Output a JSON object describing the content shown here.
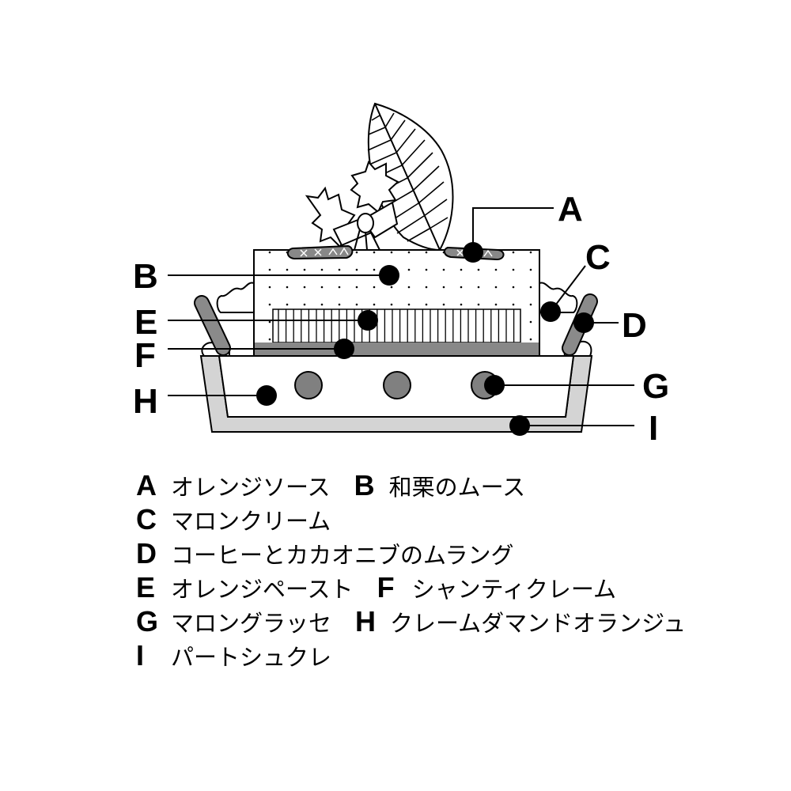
{
  "markers": {
    "A": "A",
    "B": "B",
    "C": "C",
    "D": "D",
    "E": "E",
    "F": "F",
    "G": "G",
    "H": "H",
    "I": "I"
  },
  "legend": [
    [
      {
        "letter": "A",
        "name": "オレンジソース"
      },
      {
        "letter": "B",
        "name": "和栗のムース"
      }
    ],
    [
      {
        "letter": "C",
        "name": "マロンクリーム"
      }
    ],
    [
      {
        "letter": "D",
        "name": "コーヒーとカカオニブのムラング"
      }
    ],
    [
      {
        "letter": "E",
        "name": "オレンジペースト"
      },
      {
        "letter": "F",
        "name": "シャンティクレーム"
      }
    ],
    [
      {
        "letter": "G",
        "name": "マロングラッセ"
      },
      {
        "letter": "H",
        "name": "クレームダマンドオランジュ"
      }
    ],
    [
      {
        "letter": "I",
        "name": "パートシュクレ"
      }
    ]
  ],
  "colors": {
    "shell": "#d4d4d4",
    "band": "#888888",
    "marron": "#808080",
    "stick": "#8a8a8a",
    "ink": "#000000"
  }
}
